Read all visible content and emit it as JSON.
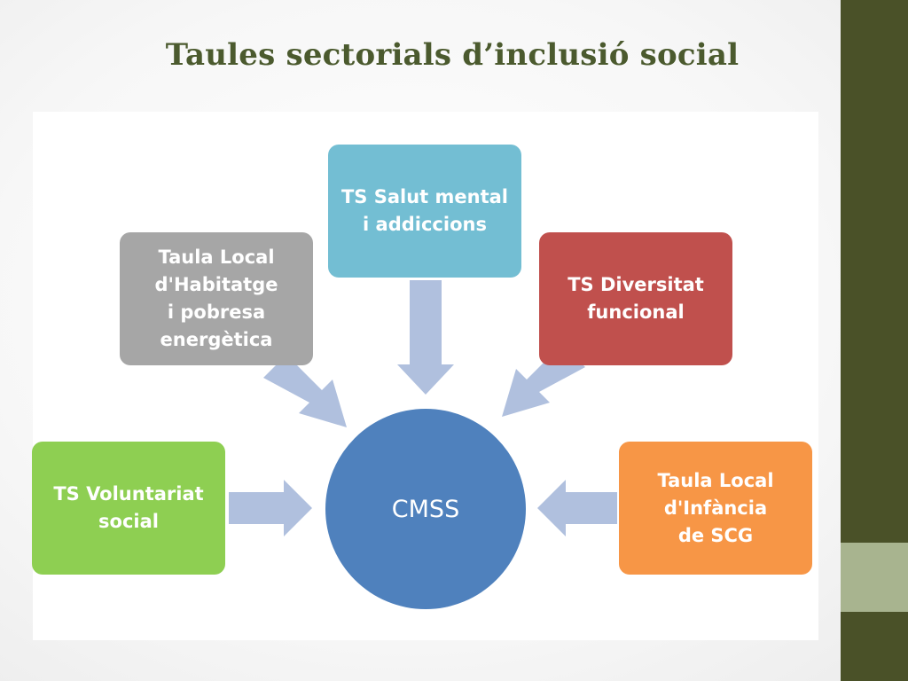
{
  "slide": {
    "title": "Taules sectorials d’inclusió social"
  },
  "diagram": {
    "hub": {
      "label": "CMSS",
      "color": "#4f81bd"
    },
    "nodes": [
      {
        "id": "voluntariat",
        "label": "TS Voluntariat\nsocial",
        "color": "#8ecf52"
      },
      {
        "id": "habitatge",
        "label": "Taula Local\nd'Habitatge\ni pobresa\nenergètica",
        "color": "#a6a6a6"
      },
      {
        "id": "salut",
        "label": "TS Salut mental\ni addiccions",
        "color": "#73bed3"
      },
      {
        "id": "diversitat",
        "label": "TS Diversitat\nfuncional",
        "color": "#c0504d"
      },
      {
        "id": "infancia",
        "label": "Taula Local\nd'Infància\nde SCG",
        "color": "#f79646"
      }
    ],
    "arrow_color": "#b0c0de",
    "theme": {
      "sidebar": "#4a5128",
      "sidebar_accent": "#a8b48f",
      "title_color": "#4b5a2e"
    }
  }
}
